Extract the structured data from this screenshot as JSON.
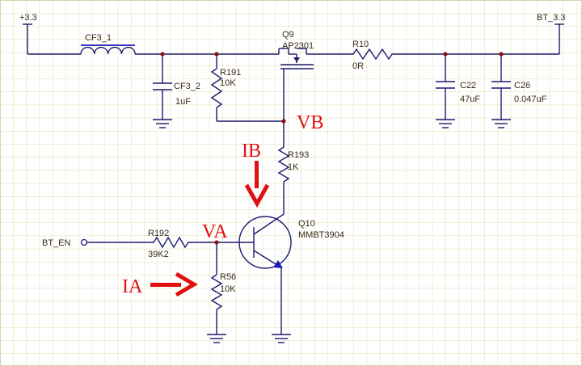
{
  "labels": {
    "vcc_in": "+3.3",
    "bt_out": "BT_3.3",
    "cf3_1": "CF3_1",
    "cf3_2": "CF3_2",
    "cf3_2_val": "1uF",
    "r191": "R191",
    "r191_val": "10K",
    "q9": "Q9",
    "q9_part": "AP2301",
    "r10": "R10",
    "r10_val": "0R",
    "c22": "C22",
    "c22_val": "47uF",
    "c26": "C26",
    "c26_val": "0.047uF",
    "vb": "VB",
    "ib": "IB",
    "r193": "R193",
    "r193_val": "1K",
    "q10": "Q10",
    "q10_part": "MMBT3904",
    "va": "VA",
    "bt_en": "BT_EN",
    "r192": "R192",
    "r192_val": "39K2",
    "ia": "IA",
    "r56": "R56",
    "r56_val": "10K"
  },
  "colors": {
    "grid": "#e2dcb0",
    "wire": "#1a1a6e",
    "inductor": "#1a1ab0",
    "annotation": "#e01010",
    "junction": "#8b1010",
    "text": "#3a2a1a"
  }
}
